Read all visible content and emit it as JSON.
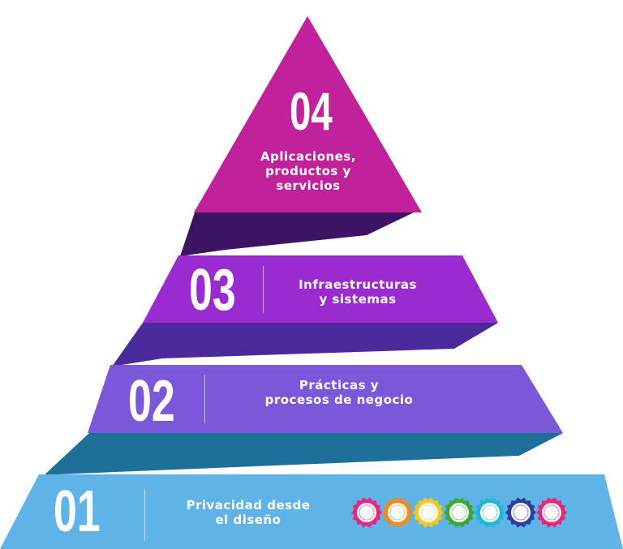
{
  "levels": [
    {
      "number": "01",
      "label": "Privacidad desde el diseño",
      "label_lines": [
        "Privacidad desde",
        "el diseño"
      ],
      "color": "#5fb3e6"
    },
    {
      "number": "02",
      "label": "Prácticas y procesos de negocio",
      "label_lines": [
        "Prácticas y",
        "procesos de negocio"
      ],
      "color": "#7b57d9"
    },
    {
      "number": "03",
      "label": "Infraestructuras y sistemas",
      "label_lines": [
        "Infraestructuras",
        "y sistemas"
      ],
      "color": "#9a2bd0"
    },
    {
      "number": "04",
      "label": "Aplicaciones, productos y servicios",
      "label_lines": [
        "Aplicaciones,",
        "productos y",
        "servicios"
      ],
      "color": "#c2219c"
    }
  ],
  "connector_colors": [
    "#1e6f9a",
    "#4b2b9c",
    "#3d1464"
  ],
  "badge_colors": [
    "#e8257d",
    "#f28a1e",
    "#f5c81e",
    "#3aa935",
    "#1fb8d6",
    "#2c3e9e",
    "#e8257d"
  ]
}
